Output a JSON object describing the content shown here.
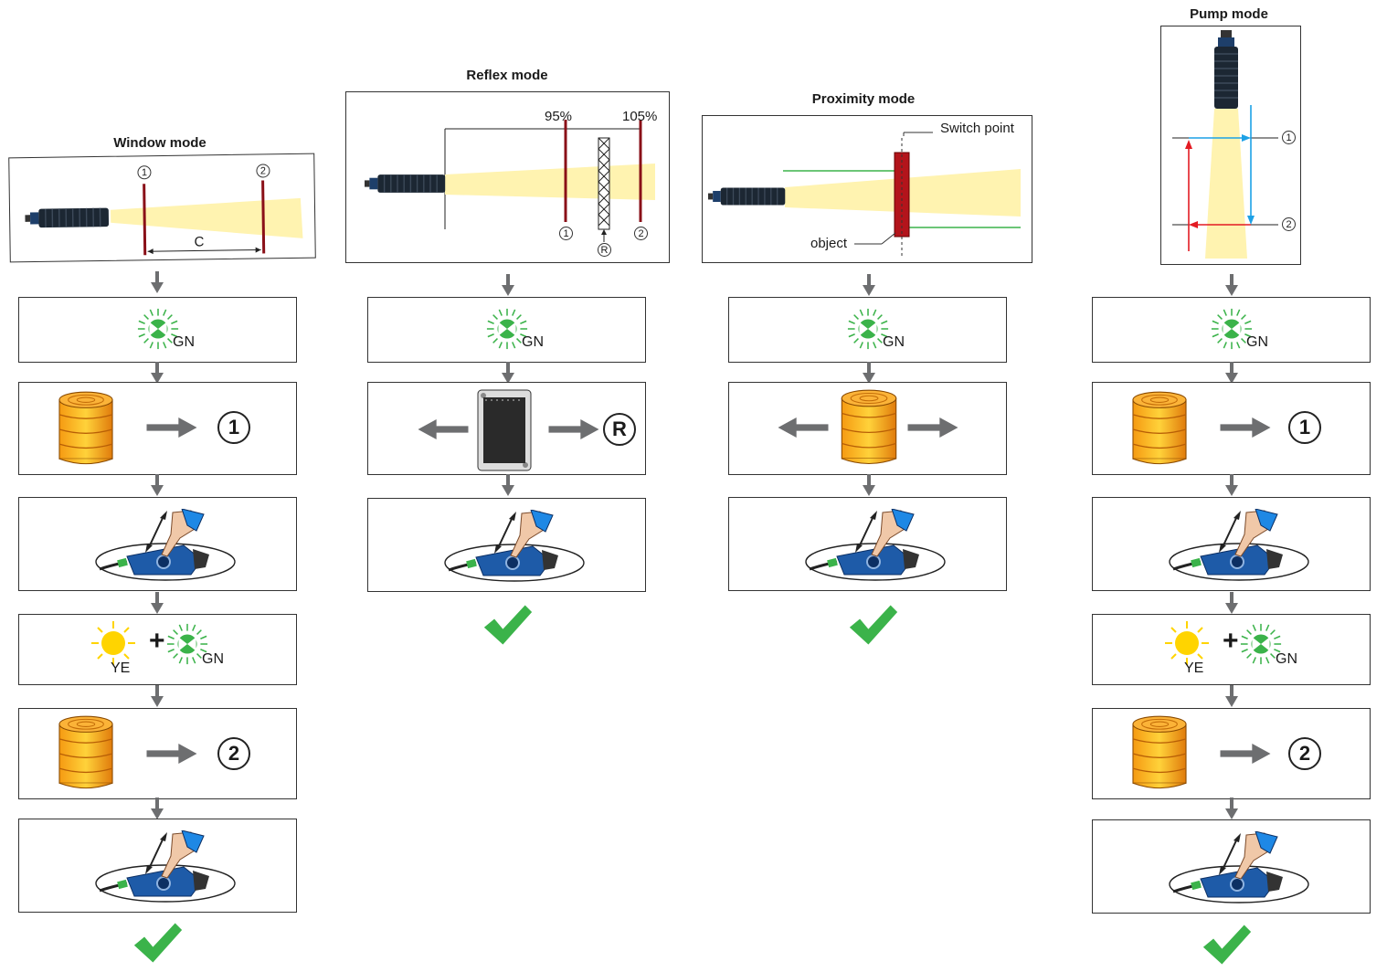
{
  "columns": {
    "window": {
      "title": "Window mode",
      "dist_label": "C",
      "p1": "1",
      "p2": "2",
      "gn": "GN",
      "ye": "YE",
      "step1": "1",
      "step2": "2"
    },
    "reflex": {
      "title": "Reflex mode",
      "pct_low": "95%",
      "pct_high": "105%",
      "p1": "1",
      "p2": "2",
      "pr": "R",
      "gn": "GN",
      "step": "R"
    },
    "proximity": {
      "title": "Proximity mode",
      "switch_label": "Switch point",
      "object_label": "object",
      "gn": "GN"
    },
    "pump": {
      "title": "Pump mode",
      "p1": "1",
      "p2": "2",
      "gn": "GN",
      "ye": "YE",
      "step1": "1",
      "step2": "2"
    }
  },
  "colors": {
    "green": "#3bb34a",
    "orange": "#f7a21b",
    "yellow": "#fff3b0",
    "red": "#b3141b",
    "blue": "#1da1e6",
    "arrow": "#6d6e70"
  },
  "icons": [
    "led-green-icon",
    "led-yellow-icon",
    "target-object-icon",
    "reflector-icon",
    "sensor-button-hand-icon",
    "checkmark-icon"
  ]
}
